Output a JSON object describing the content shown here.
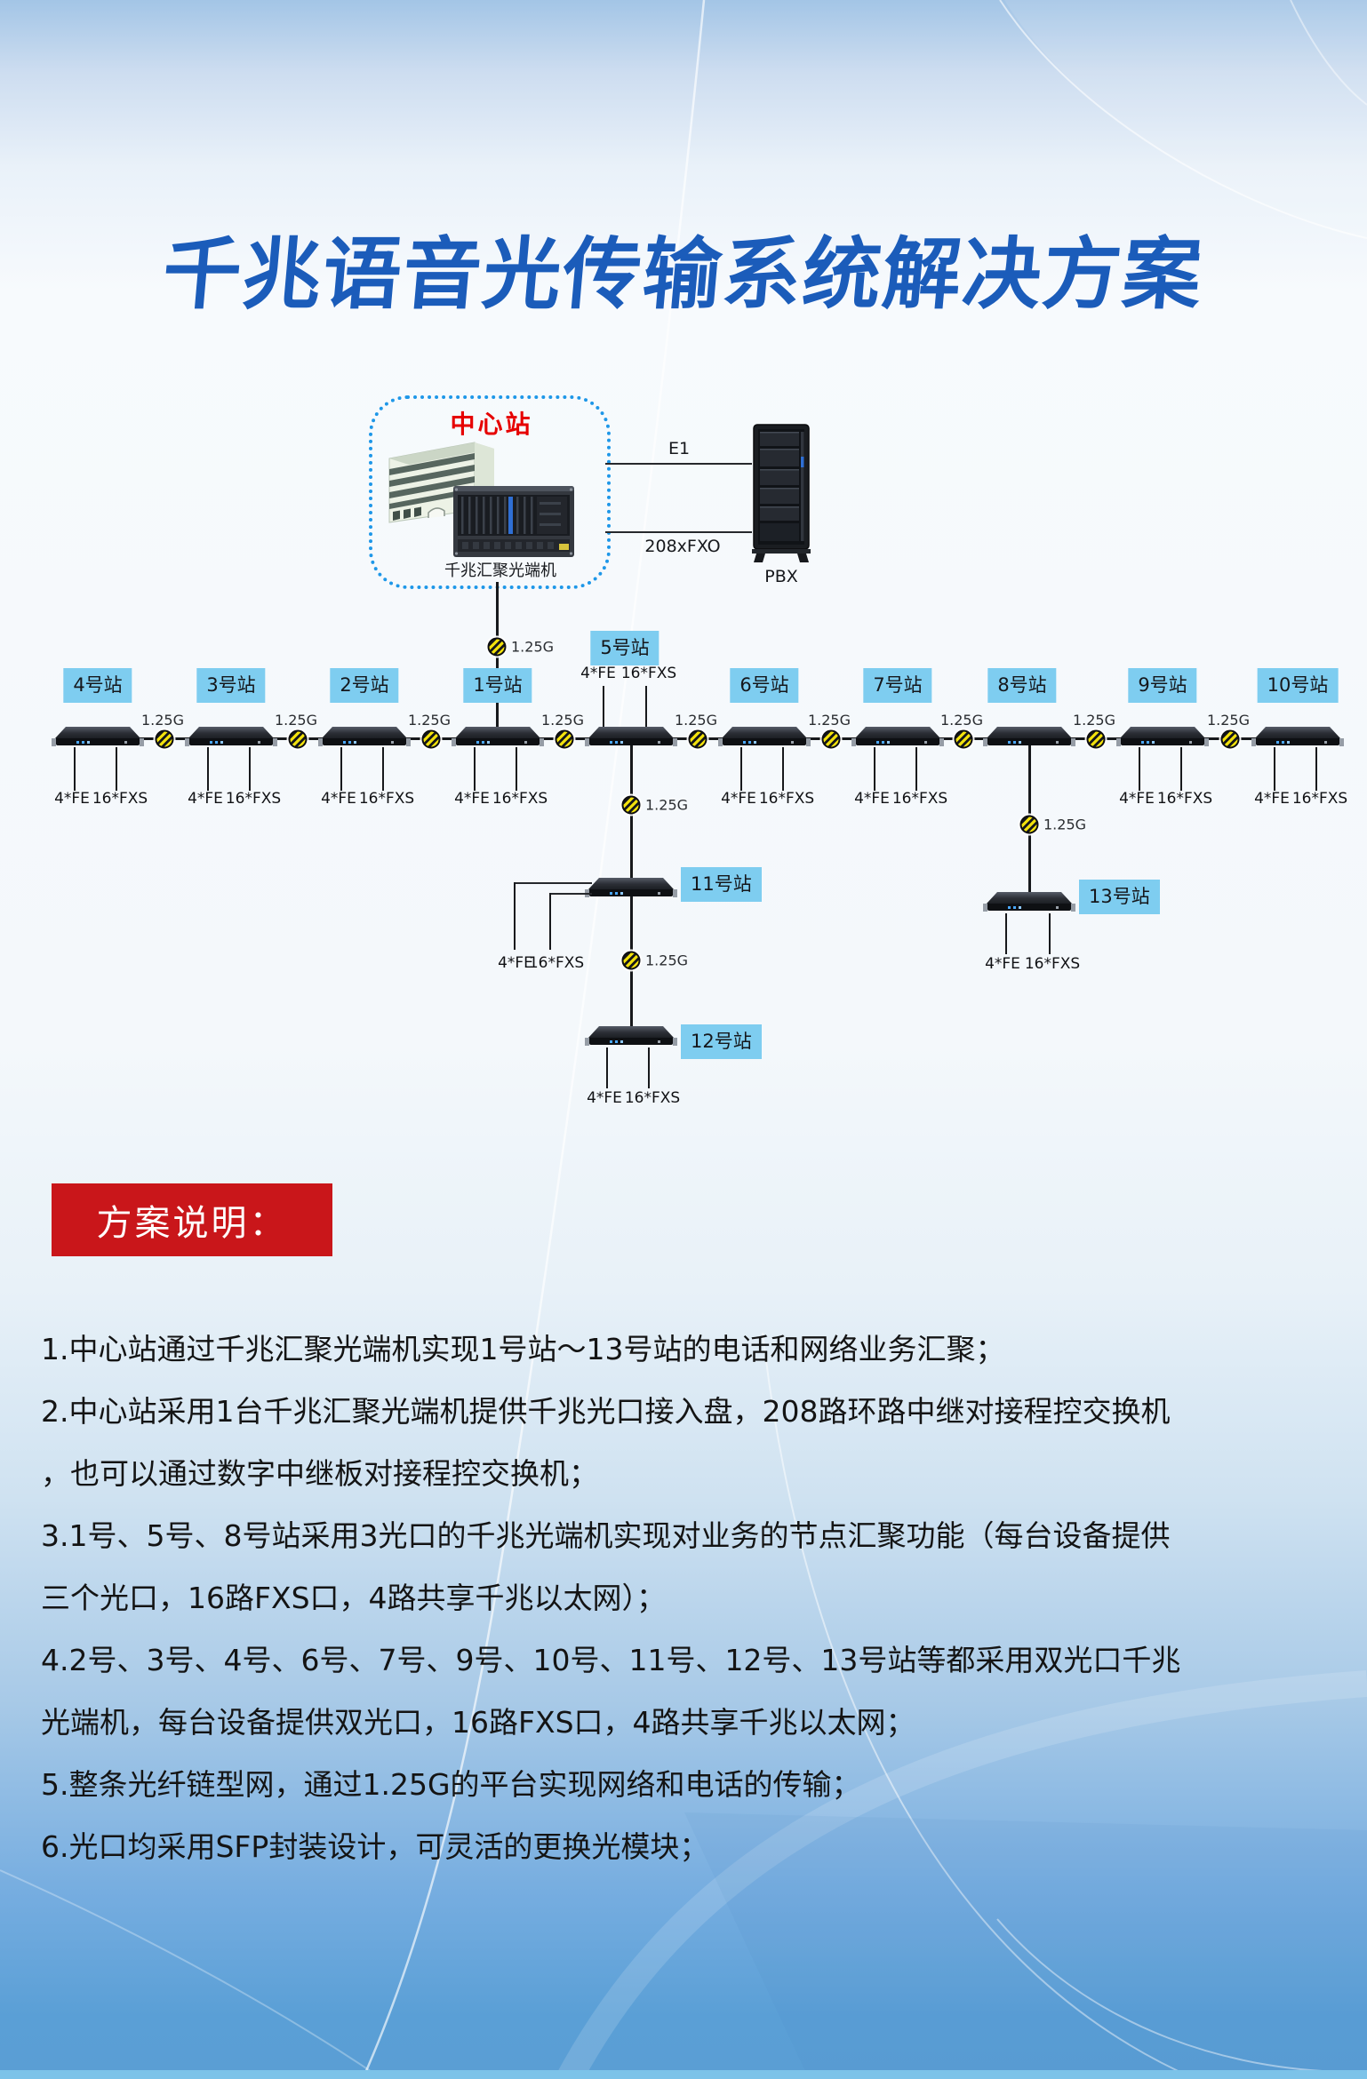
{
  "title": "千兆语音光传输系统解决方案",
  "center_station": {
    "label": "中心站",
    "device_label": "千兆汇聚光端机",
    "e1_label": "E1",
    "fxo_label": "208xFXO",
    "pbx_label": "PBX"
  },
  "link": {
    "speed": "1.25G"
  },
  "ports": {
    "fe": "4*FE",
    "fxs": "16*FXS"
  },
  "stations": [
    {
      "label": "4号站"
    },
    {
      "label": "3号站"
    },
    {
      "label": "2号站"
    },
    {
      "label": "1号站"
    },
    {
      "label": "5号站"
    },
    {
      "label": "6号站"
    },
    {
      "label": "7号站"
    },
    {
      "label": "8号站"
    },
    {
      "label": "9号站"
    },
    {
      "label": "10号站"
    },
    {
      "label": "11号站"
    },
    {
      "label": "12号站"
    },
    {
      "label": "13号站"
    }
  ],
  "section": {
    "heading": "方案说明："
  },
  "notes": {
    "lines": [
      "1.中心站通过千兆汇聚光端机实现1号站～13号站的电话和网络业务汇聚；",
      "2.中心站采用1台千兆汇聚光端机提供千兆光口接入盘，208路环路中继对接程控交换机",
      "，也可以通过数字中继板对接程控交换机；",
      "3.1号、5号、8号站采用3光口的千兆光端机实现对业务的节点汇聚功能（每台设备提供",
      "三个光口，16路FXS口，4路共享千兆以太网）；",
      "4.2号、3号、4号、6号、7号、9号、10号、11号、12号、13号站等都采用双光口千兆",
      "光端机，每台设备提供双光口，16路FXS口，4路共享千兆以太网；",
      "5.整条光纤链型网，通过1.25G的平台实现网络和电话的传输；",
      "6.光口均采用SFP封装设计，可灵活的更换光模块；"
    ]
  },
  "icons": {
    "fiber_link": "yellow-black-striped-circle",
    "building": "center-station-building",
    "chassis": "gigabit-aggregation-chassis",
    "rack": "pbx-cabinet"
  },
  "colors": {
    "title_blue": "#1b5cba",
    "station_box_blue": "#7ecdf0",
    "heading_red": "#c9161a",
    "center_label_red": "#e60000",
    "fiber_yellow": "#f2e10c",
    "bottom_blue": "#5a9ed4"
  }
}
